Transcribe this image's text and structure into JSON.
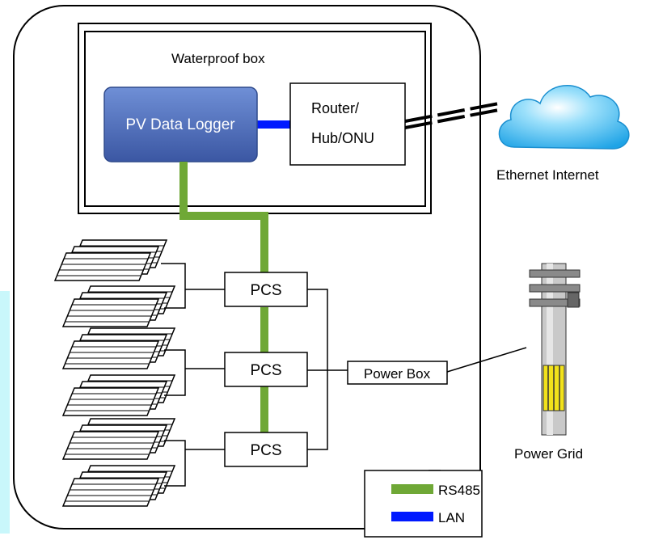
{
  "labels": {
    "waterproof_box": "Waterproof box",
    "data_logger": "PV Data Logger",
    "router_line1": "Router/",
    "router_line2": "Hub/ONU",
    "ethernet": "Ethernet Internet",
    "pcs": [
      "PCS",
      "PCS",
      "PCS"
    ],
    "power_box": "Power Box",
    "power_grid": "Power Grid"
  },
  "legend": [
    {
      "label": "RS485",
      "color": "#6fa836"
    },
    {
      "label": "LAN",
      "color": "#0019ff"
    }
  ],
  "colors": {
    "rs485": "#6fa836",
    "lan": "#0019ff",
    "logger_fill": "#4a6ab7",
    "cloud": "#3fb6ee",
    "left_accent": "#c9f7fb"
  },
  "icons": [
    "cloud-icon",
    "solar-panel-icon",
    "power-pole-icon"
  ]
}
